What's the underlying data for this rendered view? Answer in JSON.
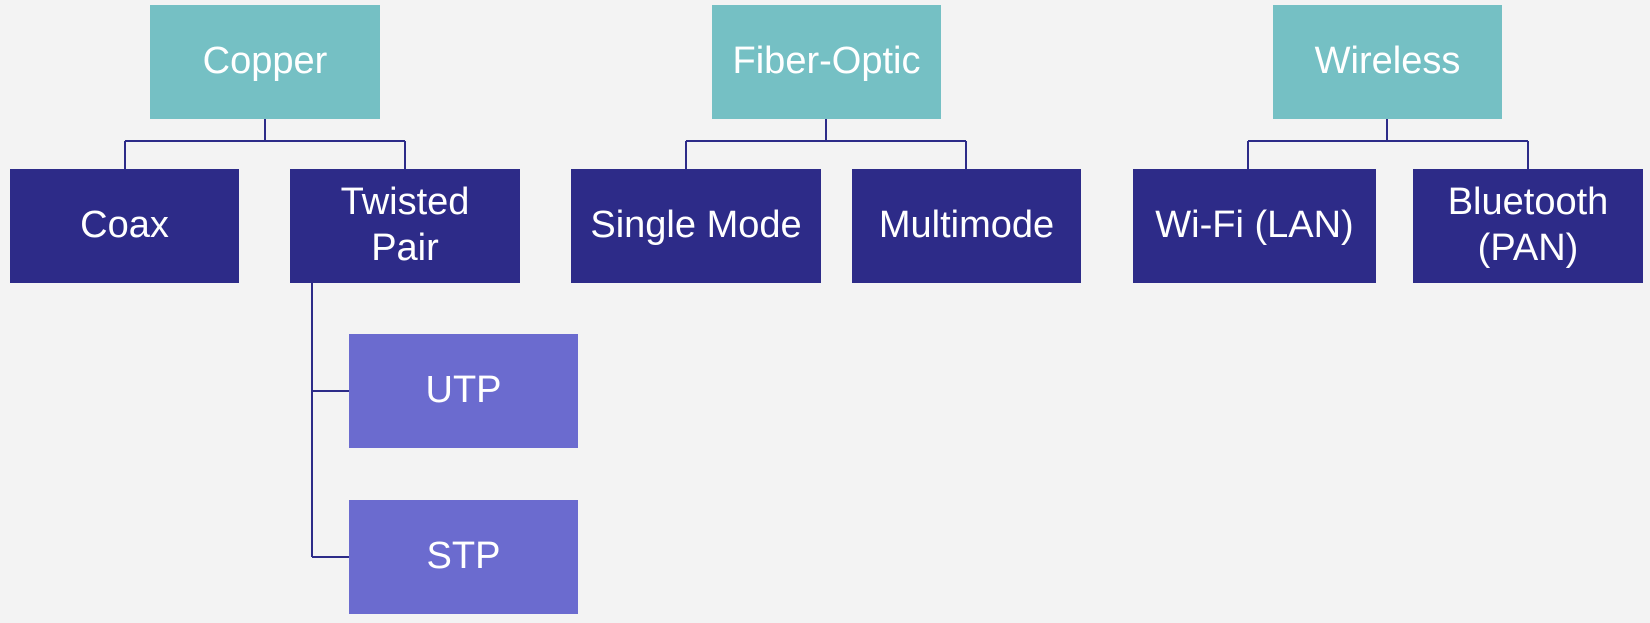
{
  "diagram": {
    "top_level": {
      "copper": "Copper",
      "fiber_optic": "Fiber-Optic",
      "wireless": "Wireless"
    },
    "copper_children": {
      "coax": "Coax",
      "twisted_pair": "Twisted\nPair"
    },
    "twisted_pair_children": {
      "utp": "UTP",
      "stp": "STP"
    },
    "fiber_children": {
      "single_mode": "Single Mode",
      "multimode": "Multimode"
    },
    "wireless_children": {
      "wifi": "Wi-Fi (LAN)",
      "bluetooth": "Bluetooth\n(PAN)"
    }
  },
  "colors": {
    "background": "#f3f3f3",
    "top_level_fill": "#75c0c4",
    "second_level_fill": "#2d2b88",
    "third_level_fill": "#6b6bcf",
    "connector": "#2d2b88",
    "text": "#ffffff"
  }
}
